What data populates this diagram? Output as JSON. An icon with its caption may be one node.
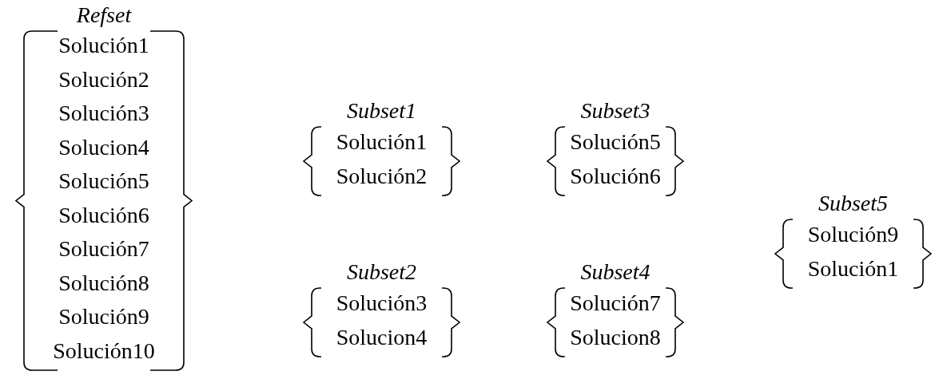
{
  "diagram": {
    "nodes": [
      {
        "text": [
          "Refset",
          "Solución1",
          "Solución2",
          "Solución3",
          "Solucion4",
          "Solución5",
          "Solución6",
          "Solución7",
          "Solución8",
          "Solución9",
          "Solución10"
        ]
      },
      {
        "text": [
          "Subset1",
          "Solución1",
          "Solución2"
        ]
      },
      {
        "text": [
          "Subset2",
          "Solución3",
          "Solucion4"
        ]
      },
      {
        "text": [
          "Subset3",
          "Solución5",
          "Solución6"
        ]
      },
      {
        "text": [
          "Subset4",
          "Solución7",
          "Solucion8"
        ]
      },
      {
        "text": [
          "Subset5",
          "Solución9",
          "Solución1"
        ]
      }
    ],
    "edges": []
  }
}
